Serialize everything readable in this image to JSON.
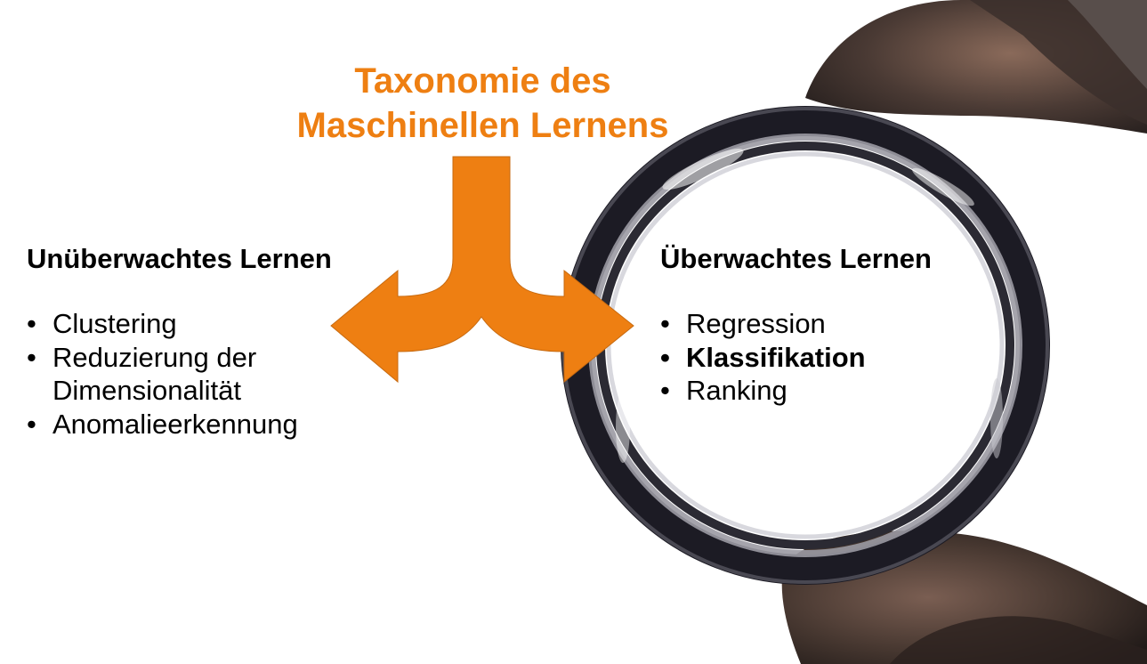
{
  "title": {
    "line1": "Taxonomie des",
    "line2": "Maschinellen Lernens"
  },
  "colors": {
    "accent": "#ee7f12",
    "text": "#000000",
    "background": "#ffffff"
  },
  "left": {
    "heading": "Unüberwachtes Lernen",
    "items": [
      "Clustering",
      "Reduzierung der Dimensionalität",
      "Anomalieerkennung"
    ]
  },
  "right": {
    "heading": "Überwachtes Lernen",
    "items": [
      "Regression",
      "Klassifikation",
      "Ranking"
    ],
    "highlighted_item": "Klassifikation"
  },
  "bullet": "•"
}
